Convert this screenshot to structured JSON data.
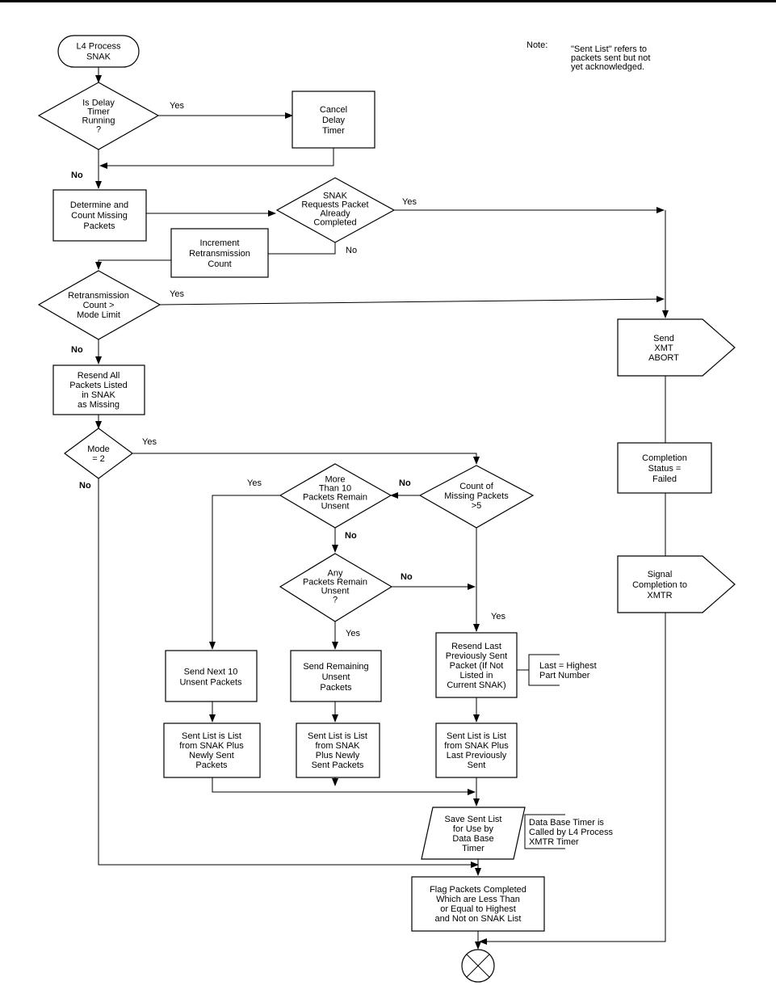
{
  "note": {
    "label": "Note:",
    "lines": [
      "\"Sent List\" refers to",
      "packets sent but not",
      "yet acknowledged."
    ]
  },
  "nodes": {
    "start": [
      "L4 Process",
      "SNAK"
    ],
    "delay_timer_q": [
      "Is Delay",
      "Timer",
      "Running",
      "?"
    ],
    "cancel_delay_timer": [
      "Cancel",
      "Delay",
      "Timer"
    ],
    "determine_missing": [
      "Determine and",
      "Count Missing",
      "Packets"
    ],
    "snak_completed_q": [
      "SNAK",
      "Requests Packet",
      "Already",
      "Completed"
    ],
    "increment_retrans": [
      "Increment",
      "Retransmission",
      "Count"
    ],
    "retrans_limit_q": [
      "Retransmission",
      "Count >",
      "Mode Limit"
    ],
    "resend_all": [
      "Resend All",
      "Packets Listed",
      "in SNAK",
      "as Missing"
    ],
    "mode_q": [
      "Mode",
      "= 2"
    ],
    "count_missing_q": [
      "Count of",
      "Missing Packets",
      ">5"
    ],
    "more_than_10_q": [
      "More",
      "Than 10",
      "Packets Remain",
      "Unsent"
    ],
    "any_remain_q": [
      "Any",
      "Packets Remain",
      "Unsent",
      "?"
    ],
    "send_next_10": [
      "Send Next 10",
      "Unsent Packets"
    ],
    "send_remaining": [
      "Send Remaining",
      "Unsent",
      "Packets"
    ],
    "resend_last": [
      "Resend Last",
      "Previously Sent",
      "Packet (If Not",
      "Listed in",
      "Current SNAK)"
    ],
    "sent_list_a": [
      "Sent List is List",
      "from SNAK Plus",
      "Newly Sent",
      "Packets"
    ],
    "sent_list_b": [
      "Sent List is List",
      "from SNAK",
      "Plus Newly",
      "Sent Packets"
    ],
    "sent_list_c": [
      "Sent List is List",
      "from SNAK Plus",
      "Last Previously",
      "Sent"
    ],
    "save_sent_list": [
      "Save Sent List",
      "for Use by",
      "Data Base",
      "Timer"
    ],
    "flag_packets": [
      "Flag Packets Completed",
      "Which are Less Than",
      "or Equal to Highest",
      "and Not on SNAK List"
    ],
    "send_xmt_abort": [
      "Send",
      "XMT",
      "ABORT"
    ],
    "completion_failed": [
      "Completion",
      "Status =",
      "Failed"
    ],
    "signal_completion": [
      "Signal",
      "Completion to",
      "XMTR"
    ]
  },
  "annotations": {
    "last_highest": [
      "Last = Highest",
      "Part Number"
    ],
    "data_base_timer": [
      "Data Base Timer is",
      "Called by L4 Process",
      "XMTR Timer"
    ]
  },
  "edge_labels": {
    "delay_yes": "Yes",
    "delay_no": "No",
    "snak_yes": "Yes",
    "snak_no": "No",
    "retrans_yes": "Yes",
    "retrans_no": "No",
    "mode_yes": "Yes",
    "mode_no": "No",
    "count_no": "No",
    "more10_yes": "Yes",
    "more10_no": "No",
    "any_no": "No",
    "any_yes": "Yes",
    "resend_last_yes": "Yes"
  }
}
